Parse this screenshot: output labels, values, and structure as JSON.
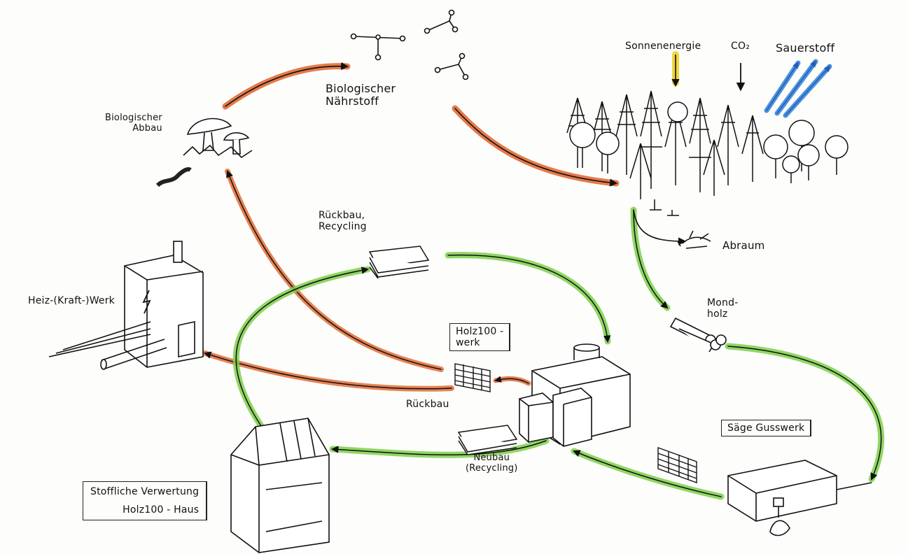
{
  "labels": {
    "biologischer_abbau": "Biologischer\nAbbau",
    "biologischer_naehrstoff": "Biologischer\nNährstoff",
    "sonnenenergie": "Sonnenenergie",
    "co2": "CO₂",
    "sauerstoff": "Sauerstoff",
    "abraum": "Abraum",
    "rueckbau_recycling": "Rückbau,\nRecycling",
    "heiz_kraft_werk": "Heiz-(Kraft-)Werk",
    "holz100_werk": "Holz100 -\nwerk",
    "mondholz": "Mond-\nholz",
    "rueckbau": "Rückbau",
    "saege_gusswerk": "Säge Gusswerk",
    "neubau_recycling": "Neubau\n(Recycling)",
    "stoffliche_verwertung_line1": "Stoffliche Verwertung",
    "stoffliche_verwertung_line2": "Holz100 - Haus"
  },
  "colors": {
    "cycle_biological": "#e0632a",
    "cycle_technical": "#7ccf4a",
    "sun_arrow": "#f0d22a",
    "oxygen_arrow": "#2f7fd8",
    "ink": "#111111"
  }
}
